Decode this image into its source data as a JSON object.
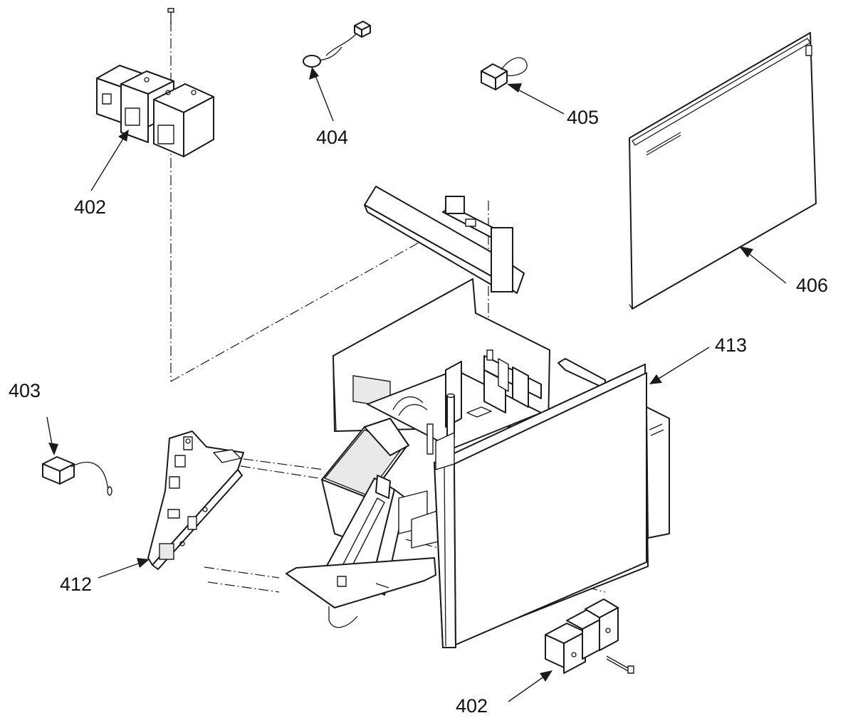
{
  "callouts": [
    {
      "id": "c402a",
      "text": "402"
    },
    {
      "id": "c404",
      "text": "404"
    },
    {
      "id": "c405",
      "text": "405"
    },
    {
      "id": "c406",
      "text": "406"
    },
    {
      "id": "c413",
      "text": "413"
    },
    {
      "id": "c403",
      "text": "403"
    },
    {
      "id": "c412",
      "text": "412"
    },
    {
      "id": "c402b",
      "text": "402"
    }
  ]
}
